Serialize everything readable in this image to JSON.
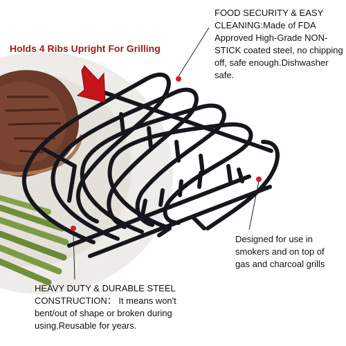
{
  "headline": {
    "text": "Holds 4 Ribs Upright For Grilling",
    "color": "#9e1b1b"
  },
  "callouts": {
    "food_security": {
      "lead": "FOOD SECURITY & EASY CLEANING:",
      "body": "Made of FDA Approved High-Grade NON-STICK coated steel, no chipping off, safe enough.Dishwasher safe."
    },
    "design": {
      "body": "Designed for use in smokers and on top of gas and charcoal grills"
    },
    "steel": {
      "lead": "HEAVY DUTY & DURABLE STEEL CONSTRUCTION：",
      "body": "It means won't bent/out of shape or broken during using.Reusable for years."
    }
  },
  "colors": {
    "rack": "#15171c",
    "marker": "#d41f2a",
    "arrow": "#c8141c",
    "plate": "#eceae6",
    "steak": "#6b3a2a",
    "asparagus": "#6f8f3a"
  },
  "icons": {
    "arrow": "arrow-down-right-icon",
    "marker": "red-dot-icon"
  }
}
